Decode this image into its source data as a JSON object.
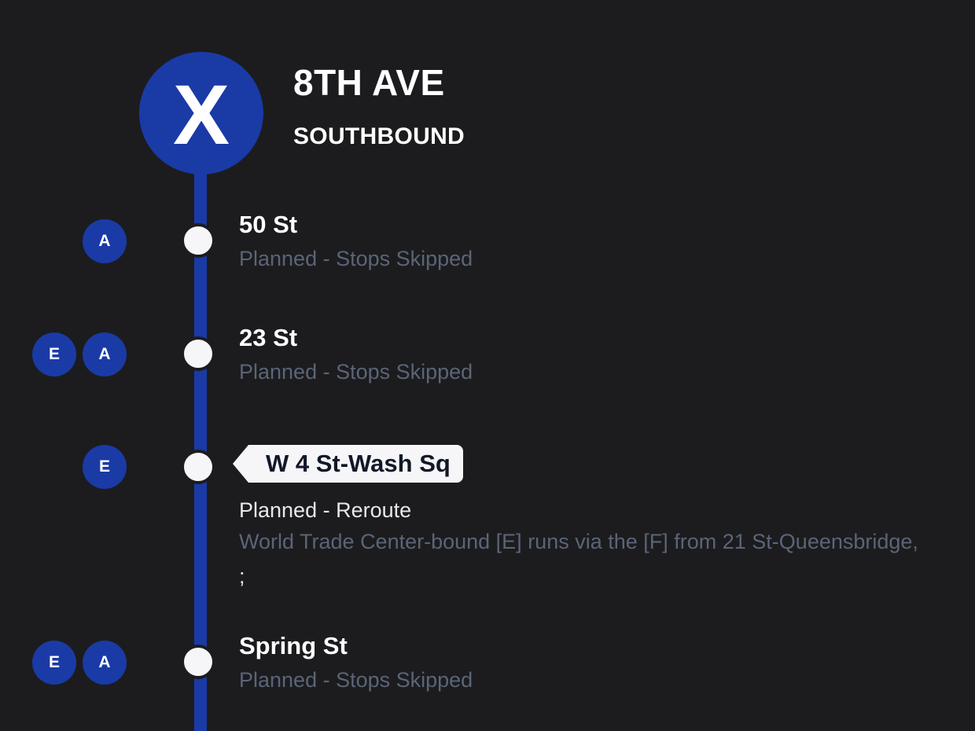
{
  "header": {
    "route_letter": "X",
    "line_name": "8TH AVE",
    "direction": "SOUTHBOUND"
  },
  "colors": {
    "route_blue": "#1a3aa6",
    "background": "#1c1c1e"
  },
  "stops": [
    {
      "name": "50 St",
      "status": "Planned - Stops Skipped",
      "routes": [
        "A"
      ]
    },
    {
      "name": "23 St",
      "status": "Planned - Stops Skipped",
      "routes": [
        "E",
        "A"
      ]
    },
    {
      "name": "W 4 St-Wash Sq",
      "status": "Planned - Reroute",
      "detail": "World Trade Center-bound [E] runs via the [F] from 21 St-Queensbridge,",
      "detail_cont": ";",
      "routes": [
        "E"
      ]
    },
    {
      "name": "Spring St",
      "status": "Planned - Stops Skipped",
      "routes": [
        "E",
        "A"
      ]
    }
  ]
}
